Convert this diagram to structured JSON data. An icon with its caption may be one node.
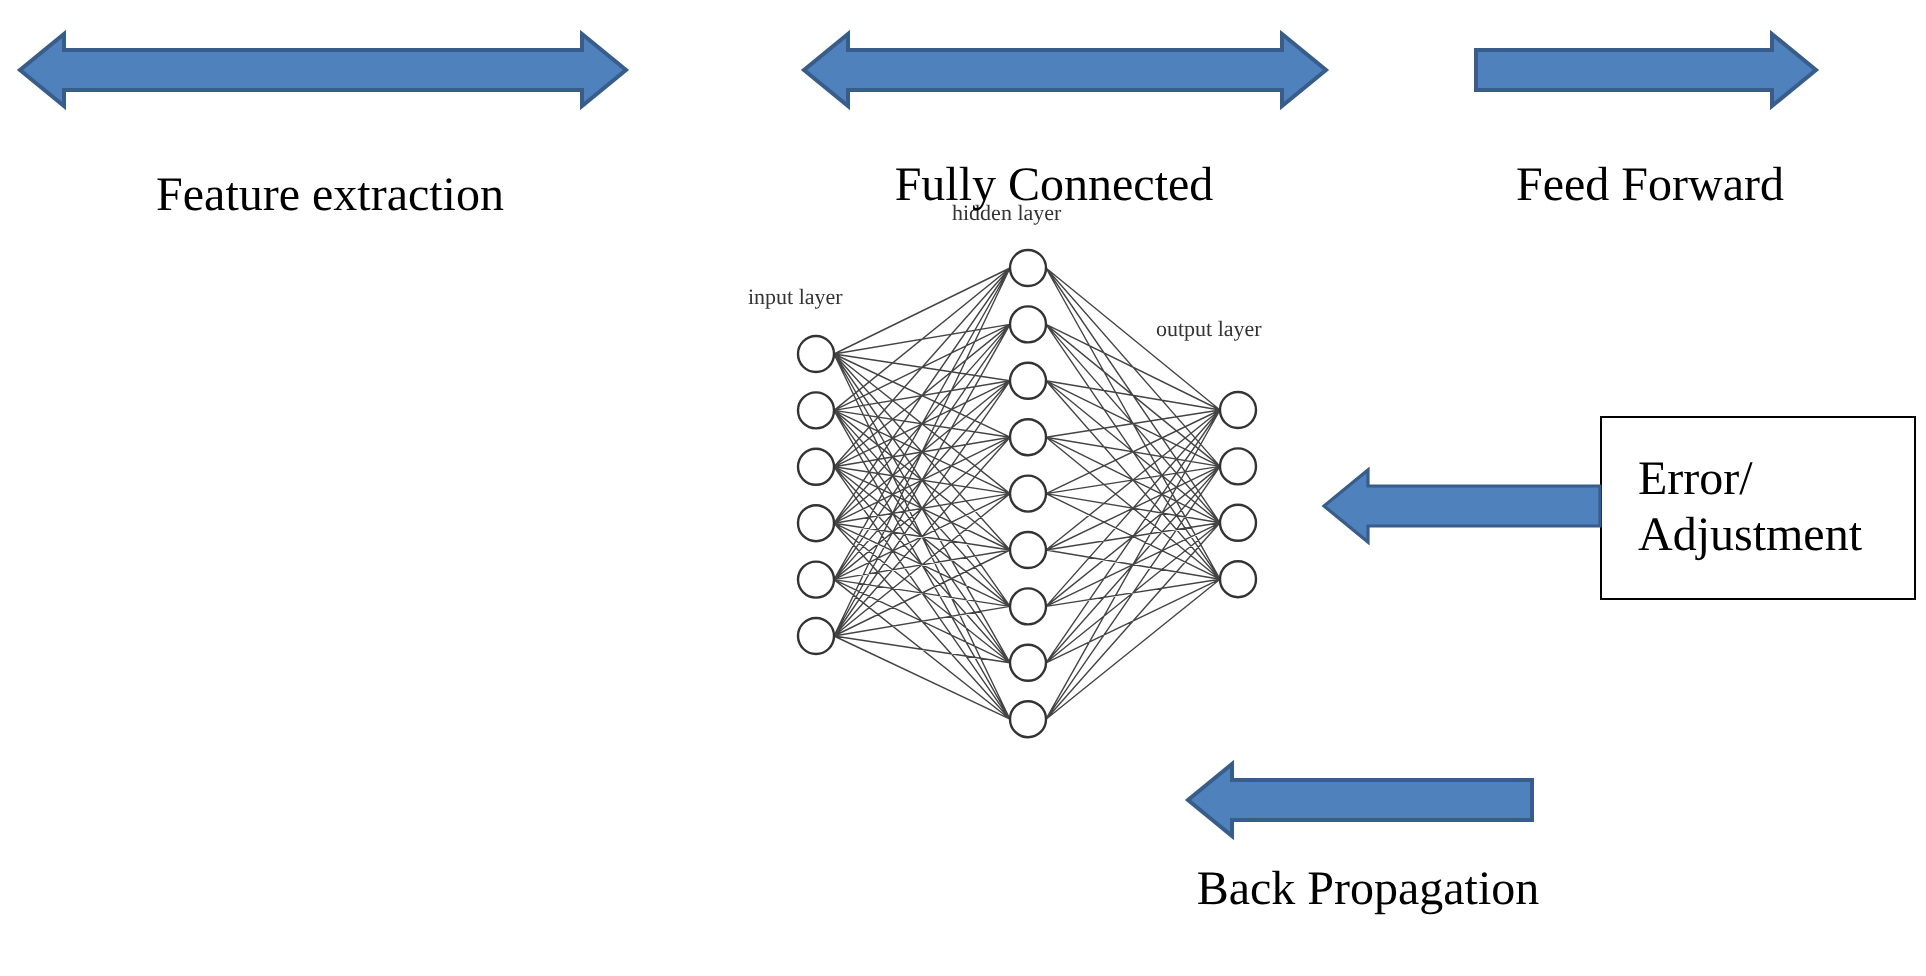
{
  "diagram": {
    "nodes": [
      {
        "text": [
          "hidden layer",
          "input layer",
          "output layer"
        ]
      },
      {
        "text": [
          "Error/ Adjustment"
        ]
      }
    ],
    "edges": [
      {
        "from": 1,
        "to": 0,
        "arrow": "to",
        "style": "thick"
      }
    ],
    "labels": [
      "Feature extraction",
      "Fully Connected",
      "Feed Forward",
      "Back Propagation"
    ]
  }
}
